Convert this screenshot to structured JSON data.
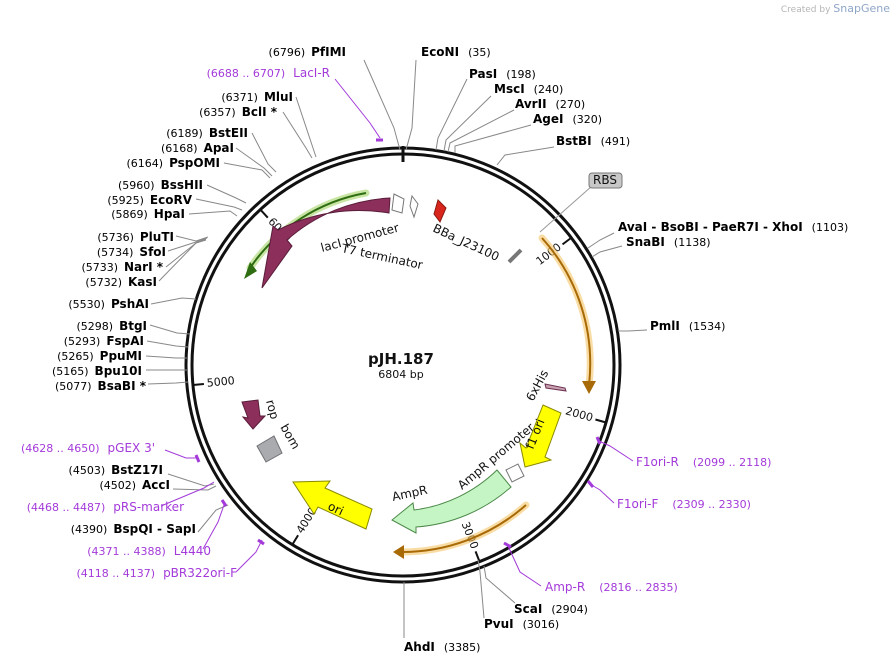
{
  "credit": {
    "prefix": "Created by",
    "brand": "SnapGene"
  },
  "plasmid": {
    "name": "pJH.187",
    "size_label": "6804 bp",
    "length": 6804
  },
  "ticks": [
    "1000",
    "2000",
    "3000",
    "4000",
    "5000",
    "6000"
  ],
  "colors": {
    "enzyme_text": "#000000",
    "pos_text": "#000000",
    "primer": "#a33ad9",
    "lacI": "#8d2f5b",
    "ori": "#ffff00",
    "amp": "#c6f5c5",
    "rbs": "#c8c8c8",
    "promoter_glow": "#4caf1a",
    "cds_glow": "#f0a000"
  },
  "enzymes": [
    {
      "name": "PfIMI",
      "pos": "(6796)"
    },
    {
      "name": "EcoNI",
      "pos": "(35)"
    },
    {
      "name": "PasI",
      "pos": "(198)"
    },
    {
      "name": "MscI",
      "pos": "(240)"
    },
    {
      "name": "AvrII",
      "pos": "(270)"
    },
    {
      "name": "AgeI",
      "pos": "(320)"
    },
    {
      "name": "BstBI",
      "pos": "(491)"
    },
    {
      "name": "AvaI  - BsoBI  - PaeR7I  - XhoI",
      "pos": "(1103)"
    },
    {
      "name": "SnaBI",
      "pos": "(1138)"
    },
    {
      "name": "PmlI",
      "pos": "(1534)"
    },
    {
      "name": "ScaI",
      "pos": "(2904)"
    },
    {
      "name": "PvuI",
      "pos": "(3016)"
    },
    {
      "name": "AhdI",
      "pos": "(3385)"
    },
    {
      "name": "BspQI  - SapI",
      "pos": "(4390)"
    },
    {
      "name": "AccI",
      "pos": "(4502)"
    },
    {
      "name": "BstZ17I",
      "pos": "(4503)"
    },
    {
      "name": "BsaBI *",
      "pos": "(5077)"
    },
    {
      "name": "Bpu10I",
      "pos": "(5165)"
    },
    {
      "name": "PpuMI",
      "pos": "(5265)"
    },
    {
      "name": "FspAI",
      "pos": "(5293)"
    },
    {
      "name": "BtgI",
      "pos": "(5298)"
    },
    {
      "name": "PshAI",
      "pos": "(5530)"
    },
    {
      "name": "KasI",
      "pos": "(5732)"
    },
    {
      "name": "NarI *",
      "pos": "(5733)"
    },
    {
      "name": "SfoI",
      "pos": "(5734)"
    },
    {
      "name": "PluTI",
      "pos": "(5736)"
    },
    {
      "name": "HpaI",
      "pos": "(5869)"
    },
    {
      "name": "EcoRV",
      "pos": "(5925)"
    },
    {
      "name": "BssHII",
      "pos": "(5960)"
    },
    {
      "name": "PspOMI",
      "pos": "(6164)"
    },
    {
      "name": "ApaI",
      "pos": "(6168)"
    },
    {
      "name": "BstEII",
      "pos": "(6189)"
    },
    {
      "name": "BclI *",
      "pos": "(6357)"
    },
    {
      "name": "MluI",
      "pos": "(6371)"
    }
  ],
  "primers": [
    {
      "name": "LacI-R",
      "range": "(6688 .. 6707)"
    },
    {
      "name": "F1ori-R",
      "range": "(2099 .. 2118)"
    },
    {
      "name": "F1ori-F",
      "range": "(2309 .. 2330)"
    },
    {
      "name": "Amp-R",
      "range": "(2816 .. 2835)"
    },
    {
      "name": "pGEX 3'",
      "range": "(4628 .. 4650)"
    },
    {
      "name": "pRS-marker",
      "range": "(4468 .. 4487)"
    },
    {
      "name": "L4440",
      "range": "(4371 .. 4388)"
    },
    {
      "name": "pBR322ori-F",
      "range": "(4118 .. 4137)"
    }
  ],
  "features": {
    "lacI": "lacI",
    "lacI_promoter": "lacI promoter",
    "t7_terminator": "T7 terminator",
    "bba": "BBa_J23100",
    "rbs": "RBS",
    "his": "6xHis",
    "f1_ori": "f1 ori",
    "amp_promoter": "AmpR promoter",
    "ampR": "AmpR",
    "ori": "ori",
    "rop": "rop",
    "bom": "bom"
  }
}
